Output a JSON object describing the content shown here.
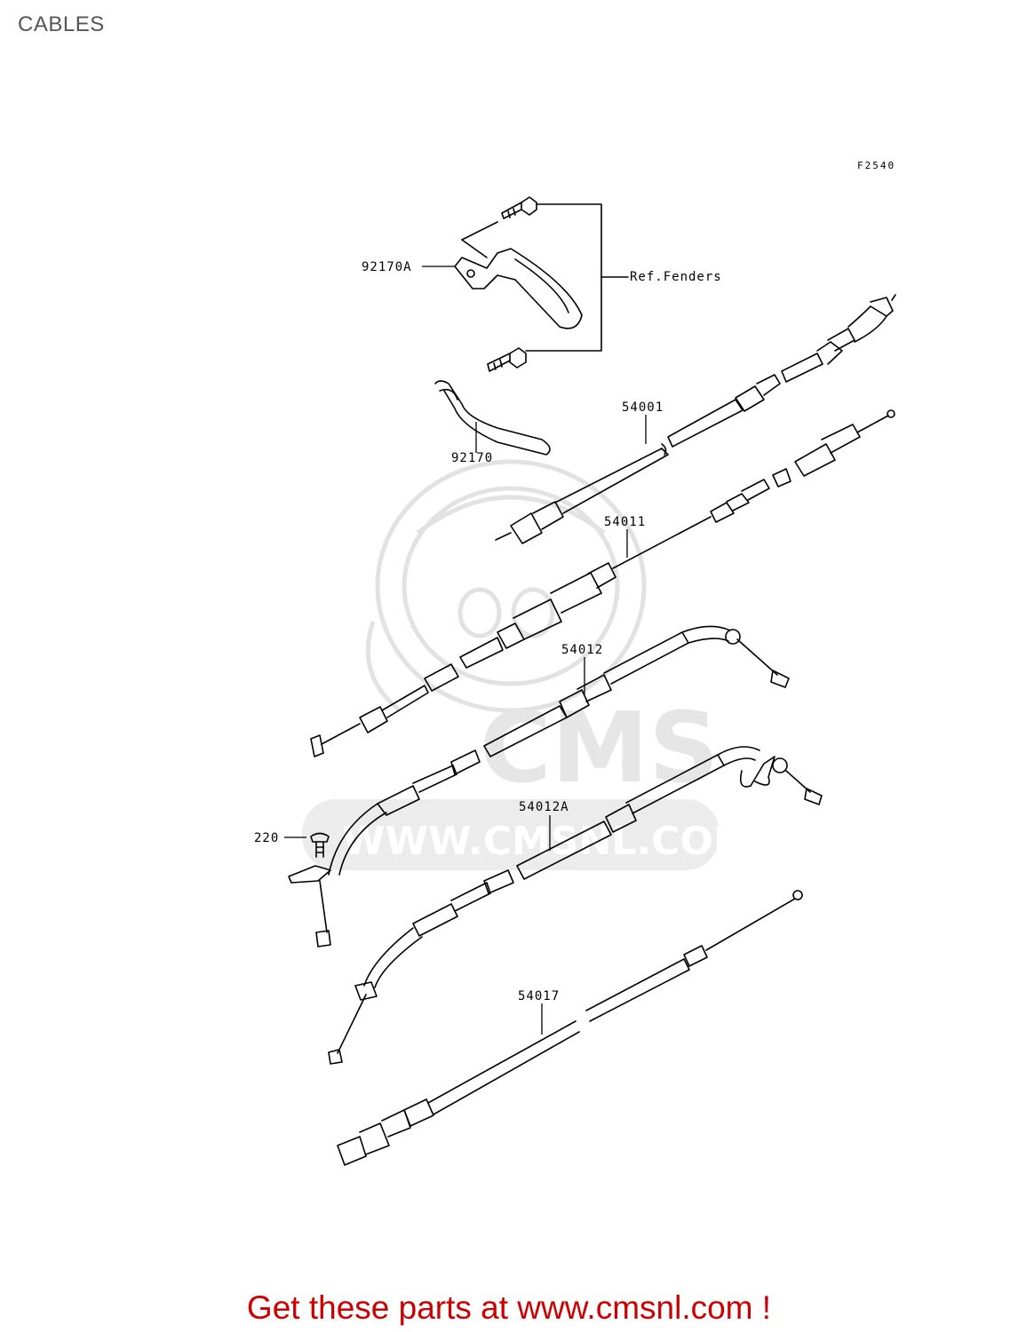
{
  "page": {
    "title": "CABLES"
  },
  "figure": {
    "code": "F2540"
  },
  "callouts": [
    {
      "id": "c1",
      "label": "92170A"
    },
    {
      "id": "c2",
      "label": "Ref.Fenders"
    },
    {
      "id": "c3",
      "label": "92170"
    },
    {
      "id": "c4",
      "label": "54001"
    },
    {
      "id": "c5",
      "label": "54011"
    },
    {
      "id": "c6",
      "label": "54012"
    },
    {
      "id": "c7",
      "label": "220"
    },
    {
      "id": "c8",
      "label": "54012A"
    },
    {
      "id": "c9",
      "label": "54017"
    }
  ],
  "watermark": {
    "brand": "CMS",
    "url": "WWW.CMSNL.COM"
  },
  "footer": {
    "text": "Get these parts at www.cmsnl.com !"
  },
  "colors": {
    "title": "#555555",
    "footer": "#cc0000",
    "line": "#000000",
    "watermark": "#dcdcdc"
  }
}
